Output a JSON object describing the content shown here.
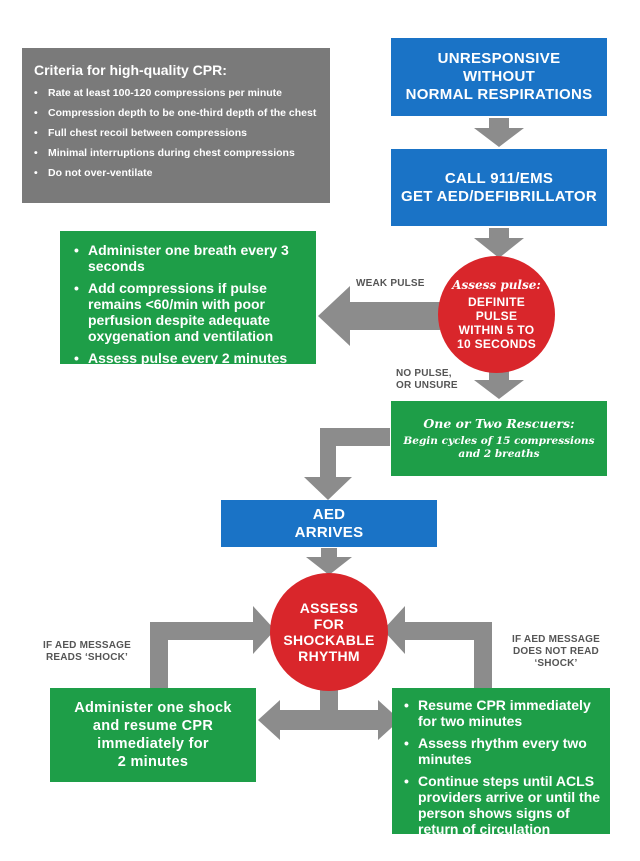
{
  "criteria": {
    "title": "Criteria for high-quality CPR:",
    "items": [
      "Rate at least 100-120 compressions per minute",
      "Compression depth to be one-third depth of the chest",
      "Full chest recoil between compressions",
      "Minimal interruptions during chest compressions",
      "Do not over-ventilate"
    ]
  },
  "unresponsive": {
    "line1": "UNRESPONSIVE",
    "line2": "WITHOUT",
    "line3": "NORMAL RESPIRATIONS"
  },
  "call": {
    "line1": "CALL 911/EMS",
    "line2": "GET AED/DEFIBRILLATOR"
  },
  "assess_pulse": {
    "heading": "Assess pulse:",
    "line1": "DEFINITE",
    "line2": "PULSE",
    "line3": "WITHIN 5 TO",
    "line4": "10 SECONDS"
  },
  "weak_pulse_label": "WEAK PULSE",
  "breathing": {
    "items": [
      "Administer one breath every 3 seconds",
      "Add compressions if pulse remains <60/min with poor perfusion despite adequate oxygenation and ventilation",
      "Assess pulse every 2 minutes"
    ]
  },
  "no_pulse_label": {
    "line1": "NO PULSE,",
    "line2": "OR UNSURE"
  },
  "rescuers": {
    "heading": "One or Two Rescuers:",
    "line1": "Begin cycles of 15 compressions",
    "line2": "and 2 breaths"
  },
  "aed": {
    "line1": "AED",
    "line2": "ARRIVES"
  },
  "assess_rhythm": {
    "line1": "ASSESS",
    "line2": "FOR",
    "line3": "SHOCKABLE",
    "line4": "RHYTHM"
  },
  "shock_label": {
    "line1": "IF AED MESSAGE",
    "line2": "READS ‘SHOCK’"
  },
  "no_shock_label": {
    "line1": "IF AED MESSAGE",
    "line2": "DOES NOT READ",
    "line3": "‘SHOCK’"
  },
  "shock_box": {
    "line1": "Administer one shock",
    "line2": "and resume CPR",
    "line3": "immediately for",
    "line4": "2 minutes"
  },
  "resume_box": {
    "items": [
      "Resume CPR immediately for two minutes",
      "Assess rhythm every two minutes",
      "Continue steps until ACLS providers arrive or until the person shows signs of return of circulation"
    ]
  },
  "colors": {
    "blue": "#1a73c6",
    "green": "#1e9e48",
    "gray": "#7a7a7a",
    "red": "#d9262b",
    "arrow": "#8c8c8c"
  }
}
